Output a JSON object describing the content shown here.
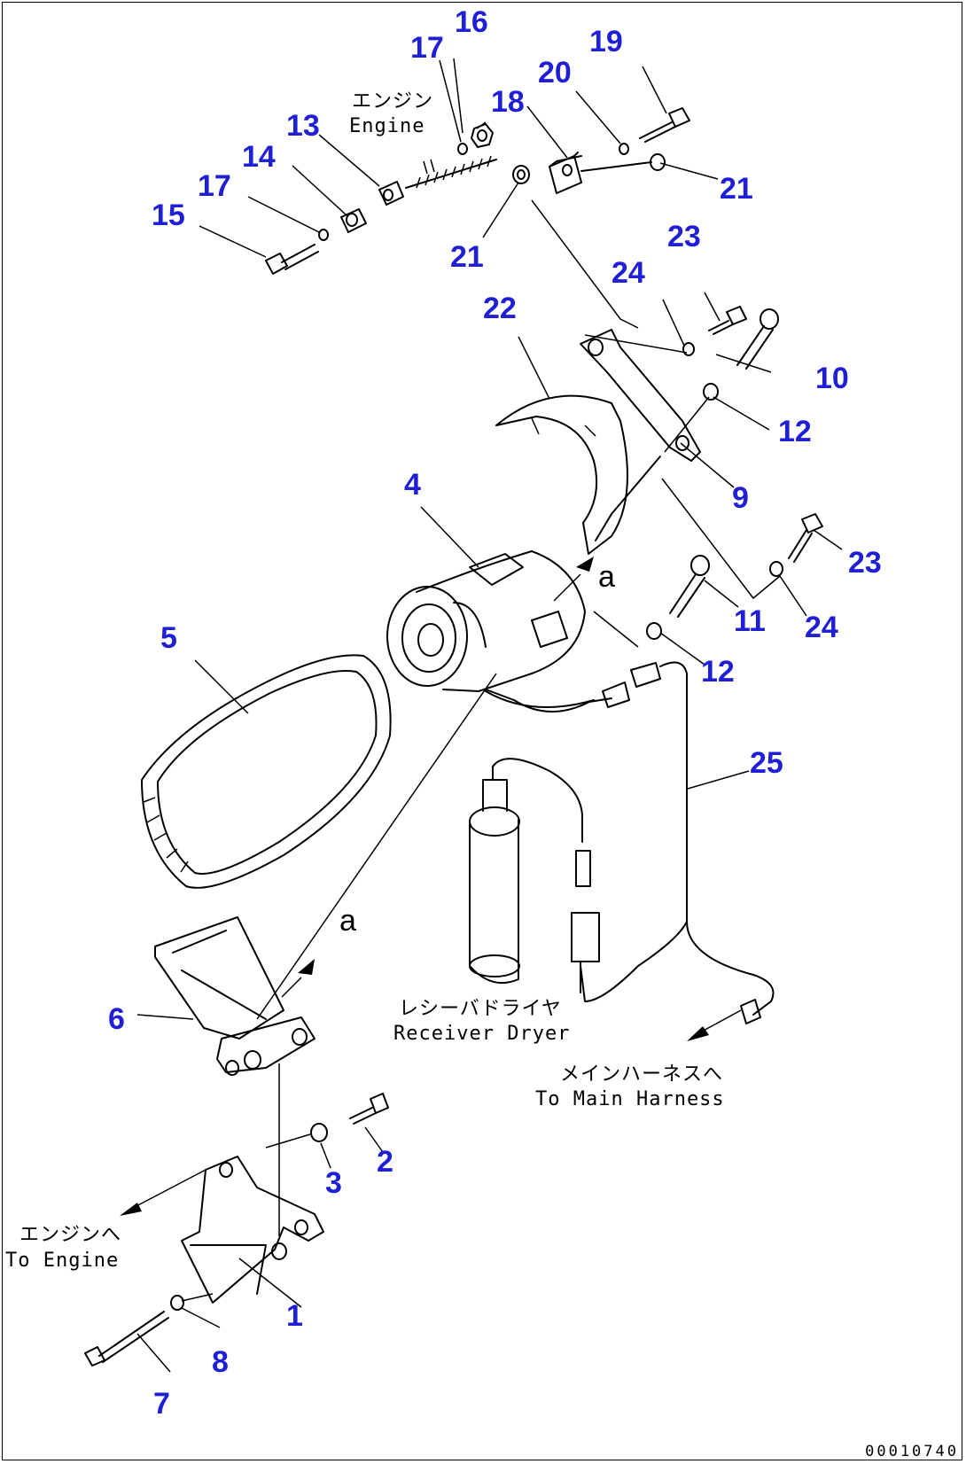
{
  "diagram": {
    "callout_color": "#1f1fd6",
    "callouts": {
      "c1": "1",
      "c2": "2",
      "c3": "3",
      "c4": "4",
      "c5": "5",
      "c6": "6",
      "c7": "7",
      "c8": "8",
      "c9": "9",
      "c10": "10",
      "c11": "11",
      "c12a": "12",
      "c12b": "12",
      "c13": "13",
      "c14": "14",
      "c15": "15",
      "c16": "16",
      "c17a": "17",
      "c17b": "17",
      "c18": "18",
      "c19": "19",
      "c20": "20",
      "c21a": "21",
      "c21b": "21",
      "c22": "22",
      "c23a": "23",
      "c23b": "23",
      "c24a": "24",
      "c24b": "24",
      "c25": "25"
    },
    "labels": {
      "engine_top_jp": "エンジン",
      "engine_top_en": "Engine",
      "receiver_dryer_jp": "レシーバドライヤ",
      "receiver_dryer_en": "Receiver Dryer",
      "main_harness_jp": "メインハーネスへ",
      "main_harness_en": "To Main Harness",
      "to_engine_jp": "エンジンへ",
      "to_engine_en": "To Engine",
      "ref_a_upper": "a",
      "ref_a_lower": "a"
    },
    "drawing_id": "00010740"
  }
}
